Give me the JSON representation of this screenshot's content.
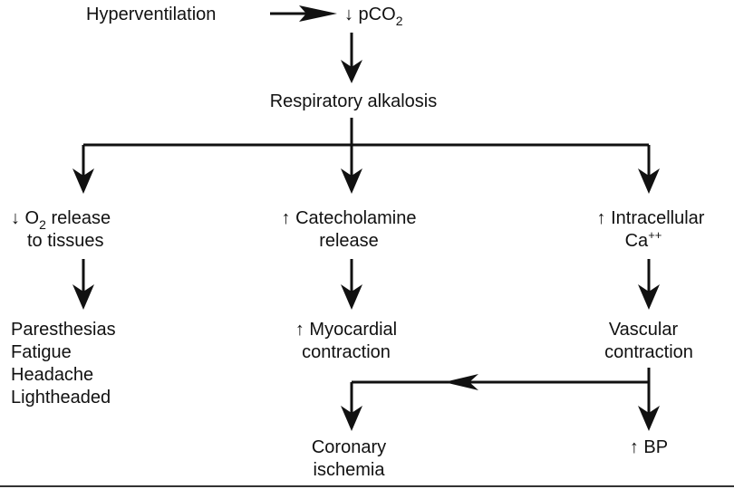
{
  "nodes": {
    "hyperventilation": {
      "label": "Hyperventilation"
    },
    "pco2": {
      "prefix": "↓ pCO",
      "subscript": "2"
    },
    "respiratory_alkalosis": {
      "label": "Respiratory alkalosis"
    },
    "o2_release": {
      "line1_prefix": "↓ O",
      "line1_sub": "2",
      "line1_suffix": " release",
      "line2": "to tissues"
    },
    "catecholamine": {
      "line1": "↑ Catecholamine",
      "line2": "release"
    },
    "intracellular_ca": {
      "line1": "↑ Intracellular",
      "line2_prefix": "Ca",
      "line2_sup": "++"
    },
    "symptoms": {
      "items": [
        "Paresthesias",
        "Fatigue",
        "Headache",
        "Lightheaded"
      ]
    },
    "myocardial": {
      "line1": "↑ Myocardial",
      "line2": "contraction"
    },
    "vascular": {
      "line1": "Vascular",
      "line2": "contraction"
    },
    "coronary": {
      "line1": "Coronary",
      "line2": "ischemia"
    },
    "bp": {
      "label": "↑ BP"
    }
  },
  "colors": {
    "ink": "#111111",
    "background": "#ffffff"
  }
}
